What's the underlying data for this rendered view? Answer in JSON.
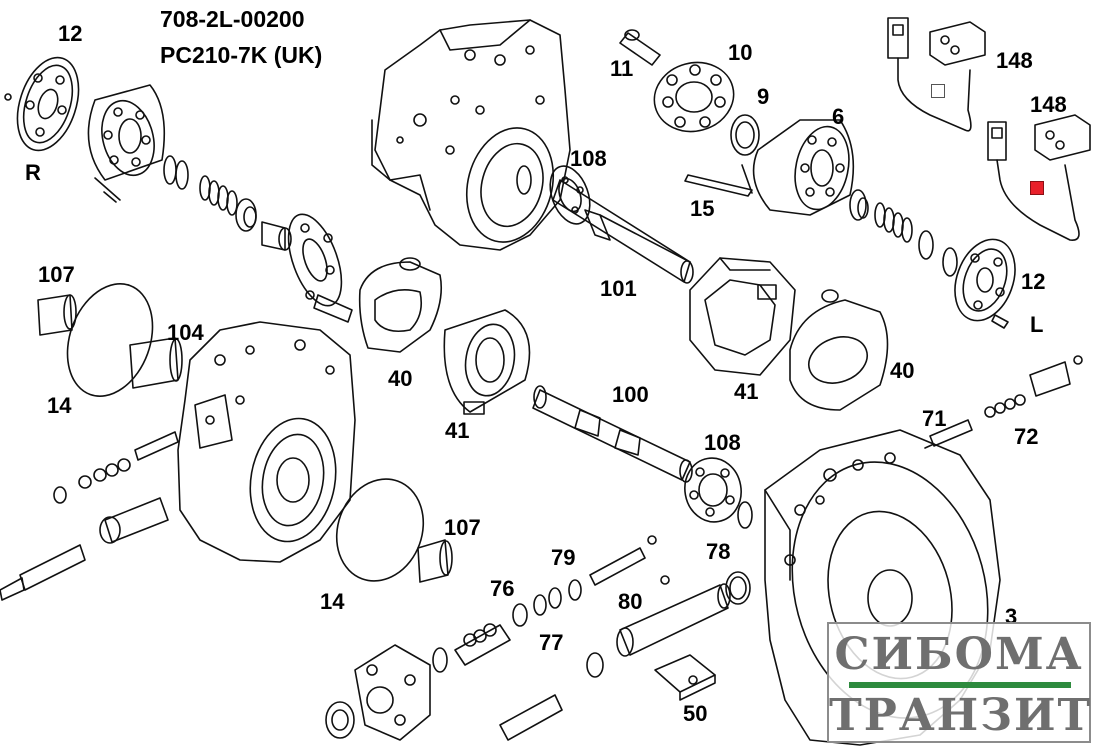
{
  "header": {
    "part_number": "708-2L-00200",
    "model": "PC210-7K (UK)"
  },
  "callouts": {
    "c12a": "12",
    "cR": "R",
    "c107a": "107",
    "c104": "104",
    "c14a": "14",
    "c11": "11",
    "c10": "10",
    "c9": "9",
    "c6": "6",
    "c108a": "108",
    "c15": "15",
    "c148a": "148",
    "c148b": "148",
    "c12b": "12",
    "cL": "L",
    "c101": "101",
    "c40a": "40",
    "c40b": "40",
    "c41a": "41",
    "c41b": "41",
    "c100": "100",
    "c108b": "108",
    "c71": "71",
    "c72": "72",
    "c107b": "107",
    "c14b": "14",
    "c79": "79",
    "c78": "78",
    "c76": "76",
    "c80": "80",
    "c77": "77",
    "c3": "3",
    "c50": "50"
  },
  "markers": {
    "open_square_color": "#ffffff",
    "filled_square_color": "#e8202a"
  },
  "watermark": {
    "line1": "СИБОМА",
    "line2": "ТРАНЗИТ",
    "accent": "#2e8b3e"
  }
}
